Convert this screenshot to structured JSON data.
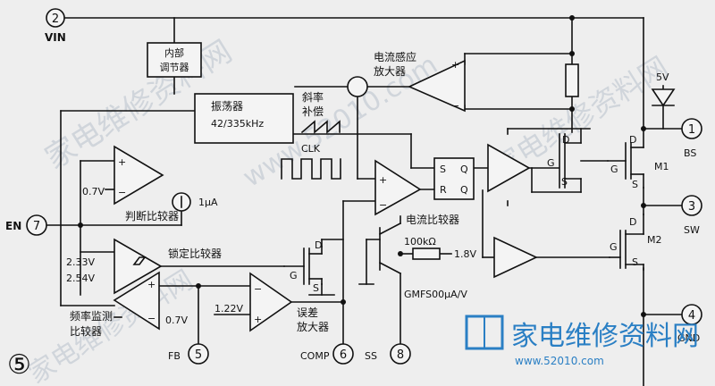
{
  "figure_number": "⑤",
  "pins": {
    "vin": {
      "num": "2",
      "label": "VIN"
    },
    "bs": {
      "num": "1",
      "label": "BS"
    },
    "sw": {
      "num": "3",
      "label": "SW"
    },
    "gnd": {
      "num": "4",
      "label": "GND"
    },
    "en": {
      "num": "7",
      "label": "EN"
    },
    "fb": {
      "num": "5",
      "label": "FB"
    },
    "comp": {
      "num": "6",
      "label": "COMP"
    },
    "ss": {
      "num": "8",
      "label": "SS"
    }
  },
  "blocks": {
    "internal_reg": [
      "内部",
      "调节器"
    ],
    "oscillator": [
      "振荡器",
      "42/335kHz"
    ],
    "slope_comp": [
      "斜率",
      "补偿"
    ],
    "current_sense_amp": [
      "电流感应",
      "放大器"
    ],
    "clk": "CLK",
    "sr_latch": {
      "s": "S",
      "q1": "Q",
      "r": "R",
      "q2": "Q"
    },
    "current_comp": "电流比较器",
    "judge_comp": "判断比较器",
    "lock_comp": "锁定比较器",
    "freq_monitor": [
      "频率监测",
      "比较器"
    ],
    "error_amp": [
      "误差",
      "放大器"
    ],
    "current_src": "1μA",
    "gmfs": "GMFS00μA/V",
    "resistor": "100kΩ"
  },
  "values": {
    "v07a": "0.7V",
    "v07b": "0.7V",
    "v233": "2.33V",
    "v254": "2.54V",
    "v122": "1.22V",
    "v18": "1.8V",
    "v5": "5V"
  },
  "transistors": {
    "m1": "M1",
    "m2": "M2",
    "d": "D",
    "g": "G",
    "s": "S"
  },
  "signs": {
    "plus": "+",
    "minus": "−"
  },
  "watermark": {
    "cn": "家电维修资料网",
    "url": "www.52010.com"
  },
  "colors": {
    "line": "#111111",
    "watermark": "#2a7fc4"
  }
}
